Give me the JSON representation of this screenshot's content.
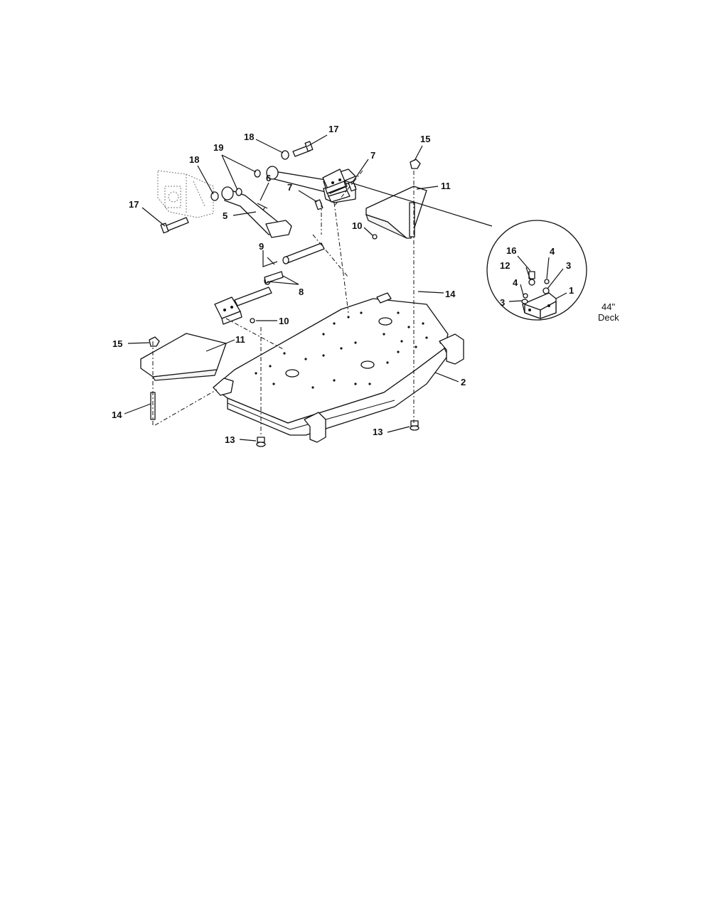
{
  "diagram": {
    "callouts": {
      "c17a": "17",
      "c18a": "18",
      "c19": "19",
      "c18b": "18",
      "c6": "6",
      "c7a": "7",
      "c7b": "7",
      "c15a": "15",
      "c11a": "11",
      "c17b": "17",
      "c5": "5",
      "c10a": "10",
      "c9": "9",
      "c8": "8",
      "c14a": "14",
      "c10b": "10",
      "c15b": "15",
      "c11b": "11",
      "c2": "2",
      "c14b": "14",
      "c13a": "13",
      "c13b": "13",
      "d16": "16",
      "d4a": "4",
      "d12": "12",
      "d3a": "3",
      "d4b": "4",
      "d1": "1",
      "d3b": "3"
    },
    "detail_label": {
      "line1": "44\"",
      "line2": "Deck"
    }
  }
}
